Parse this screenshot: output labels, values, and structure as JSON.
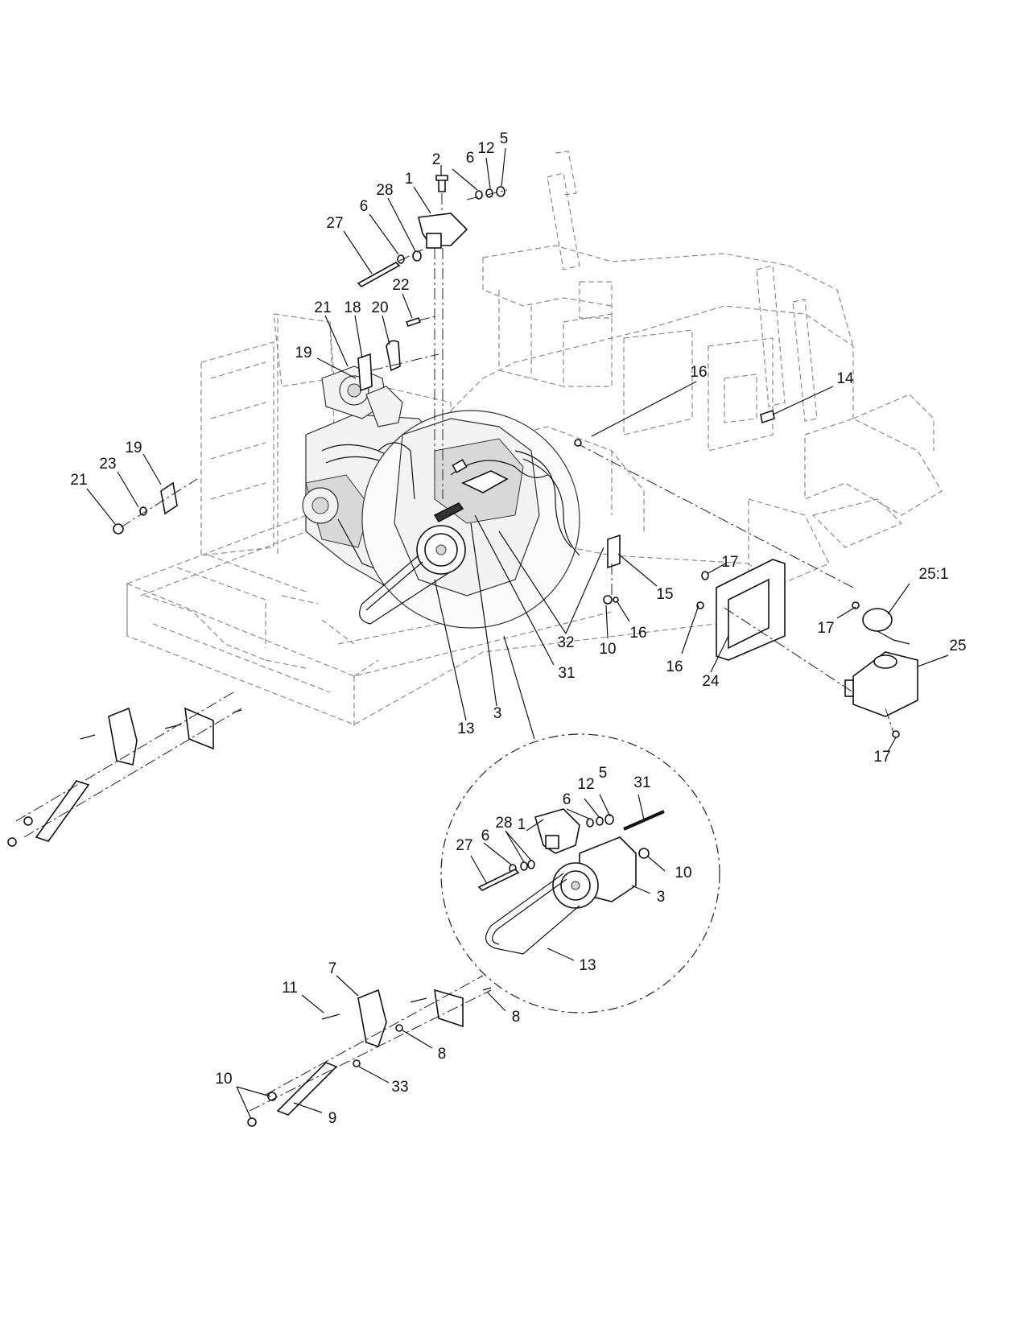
{
  "callouts": [
    {
      "id": "c2-top",
      "text": "2"
    },
    {
      "id": "c5-top",
      "text": "5"
    },
    {
      "id": "c12-top",
      "text": "12"
    },
    {
      "id": "c6-top-right",
      "text": "6"
    },
    {
      "id": "c1-top",
      "text": "1"
    },
    {
      "id": "c28-top",
      "text": "28"
    },
    {
      "id": "c6-top-left",
      "text": "6"
    },
    {
      "id": "c27-top",
      "text": "27"
    },
    {
      "id": "c22",
      "text": "22"
    },
    {
      "id": "c21-top",
      "text": "21"
    },
    {
      "id": "c18",
      "text": "18"
    },
    {
      "id": "c20",
      "text": "20"
    },
    {
      "id": "c19-top",
      "text": "19"
    },
    {
      "id": "c16-top",
      "text": "16"
    },
    {
      "id": "c14",
      "text": "14"
    },
    {
      "id": "c19-left",
      "text": "19"
    },
    {
      "id": "c23",
      "text": "23"
    },
    {
      "id": "c21-left",
      "text": "21"
    },
    {
      "id": "c17-mid",
      "text": "17"
    },
    {
      "id": "c25-1",
      "text": "25:1"
    },
    {
      "id": "c25",
      "text": "25"
    },
    {
      "id": "c17-right",
      "text": "17"
    },
    {
      "id": "c15",
      "text": "15"
    },
    {
      "id": "c16-mid",
      "text": "16"
    },
    {
      "id": "c10-mid",
      "text": "10"
    },
    {
      "id": "c32",
      "text": "32"
    },
    {
      "id": "c16-low",
      "text": "16"
    },
    {
      "id": "c24",
      "text": "24"
    },
    {
      "id": "c31-mid",
      "text": "31"
    },
    {
      "id": "c3-mid",
      "text": "3"
    },
    {
      "id": "c13-mid",
      "text": "13"
    },
    {
      "id": "c17-bottom",
      "text": "17"
    },
    {
      "id": "c12-detail",
      "text": "12"
    },
    {
      "id": "c5-detail",
      "text": "5"
    },
    {
      "id": "c31-detail",
      "text": "31"
    },
    {
      "id": "c6-detail-right",
      "text": "6"
    },
    {
      "id": "c1-detail",
      "text": "1"
    },
    {
      "id": "c28-detail",
      "text": "28"
    },
    {
      "id": "c27-detail",
      "text": "27"
    },
    {
      "id": "c6-detail-left",
      "text": "6"
    },
    {
      "id": "c10-detail",
      "text": "10"
    },
    {
      "id": "c3-detail",
      "text": "3"
    },
    {
      "id": "c13-detail",
      "text": "13"
    },
    {
      "id": "c7",
      "text": "7"
    },
    {
      "id": "c11",
      "text": "11"
    },
    {
      "id": "c8-right",
      "text": "8"
    },
    {
      "id": "c8-left",
      "text": "8"
    },
    {
      "id": "c10-bottom",
      "text": "10"
    },
    {
      "id": "c33",
      "text": "33"
    },
    {
      "id": "c9",
      "text": "9"
    }
  ]
}
